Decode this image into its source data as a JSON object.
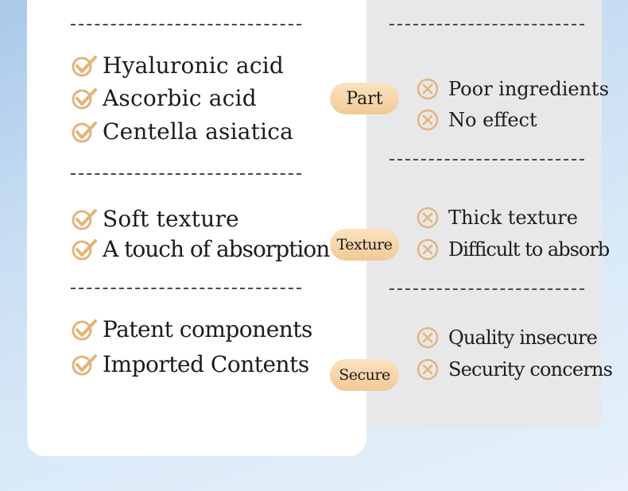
{
  "colors": {
    "accent_gold": "#e2b57a",
    "pill_gold": "#f4cd9c",
    "panel_right": "#e8e8ea"
  },
  "icons": {
    "good": "check-circle-icon",
    "bad": "x-circle-icon"
  },
  "sections": [
    {
      "category": "Part",
      "good": [
        "Hyaluronic acid",
        "Ascorbic acid",
        "Centella asiatica"
      ],
      "bad": [
        "Poor ingredients",
        "No effect"
      ]
    },
    {
      "category": "Texture",
      "good": [
        "Soft texture",
        "A touch of absorption"
      ],
      "bad": [
        "Thick texture",
        "Difficult to absorb"
      ]
    },
    {
      "category": "Secure",
      "good": [
        "Patent components",
        "Imported Contents"
      ],
      "bad": [
        "Quality insecure",
        "Security concerns"
      ]
    }
  ]
}
